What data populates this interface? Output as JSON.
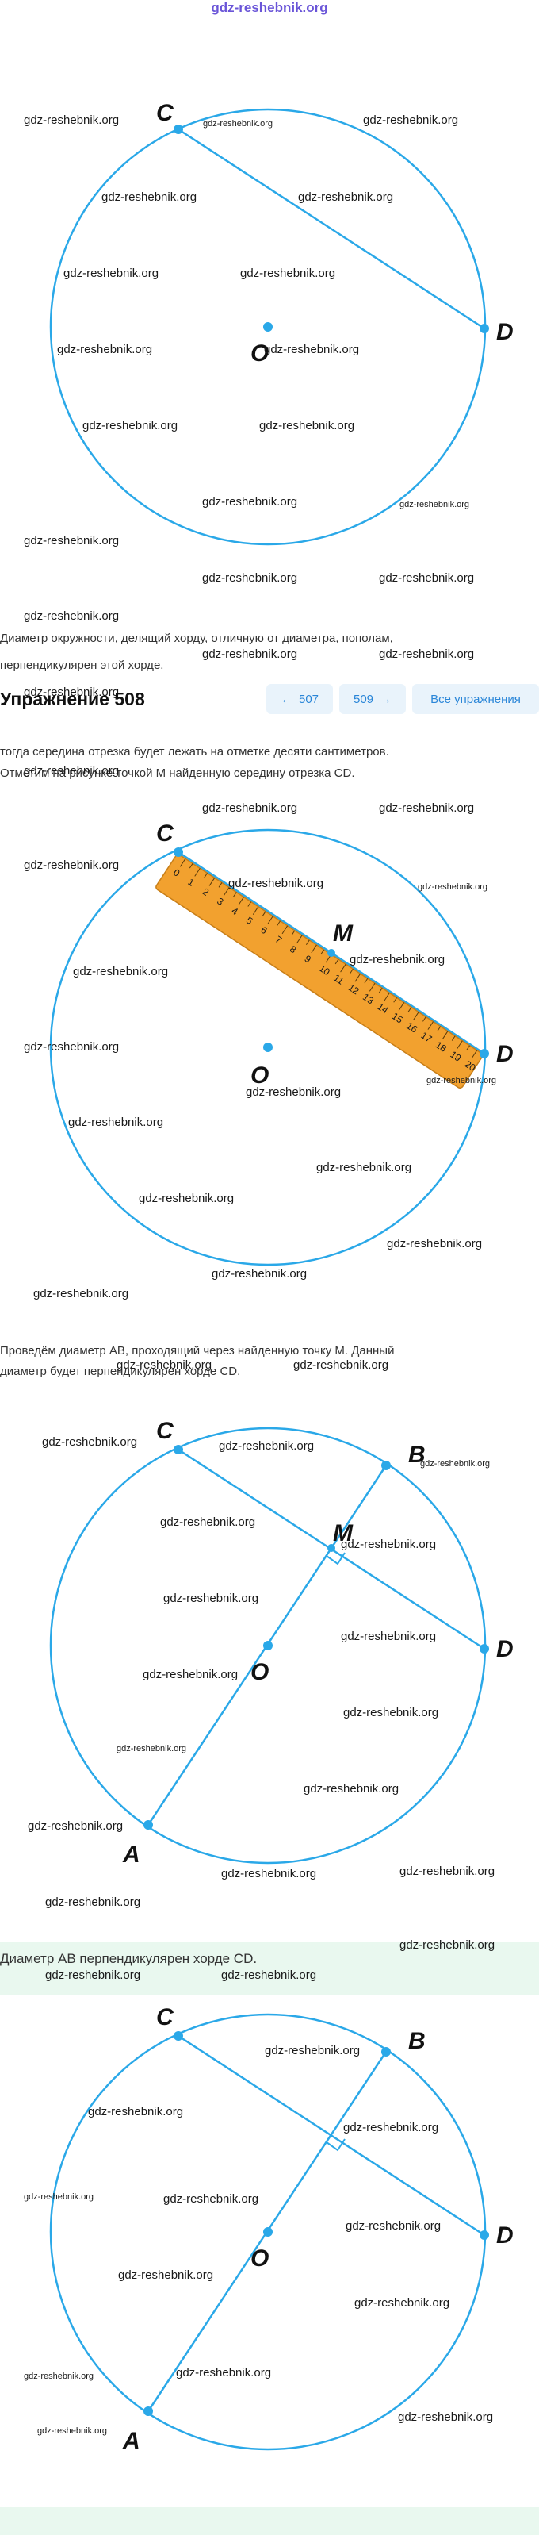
{
  "site_url": "gdz-reshebnik.org",
  "watermark": "gdz-reshebnik.org",
  "colors": {
    "circle": "#2aa8e8",
    "accent": "#2a86d8",
    "ruler": "#f2a12f",
    "mint": "#e9f8ef"
  },
  "text": {
    "statement_line1": "Диаметр окружности, делящий хорду, отличную от диаметра, пополам,",
    "statement_line2": "перпендикулярен этой хорде.",
    "ruler_line1": "тогда середина отрезка будет лежать на отметке десяти сантиметров.",
    "ruler_line2": "Отметим на рисунке точкой M найденную середину отрезка CD.",
    "diameter_line1": "Проведём диаметр AB, проходящий через найденную точку M. Данный",
    "diameter_line2": "диаметр будет перпендикулярен хорде CD.",
    "conclusion": "Диаметр AB перпендикулярен хорде CD."
  },
  "nav": {
    "title": "Упражнение 508",
    "prev_label": "507",
    "next_label": "509",
    "all_label": "Все упражнения",
    "prev_icon": "arrow-left-icon",
    "next_icon": "arrow-right-icon"
  },
  "points": {
    "C": "C",
    "D": "D",
    "O": "O",
    "M": "M",
    "A": "A",
    "B": "B"
  },
  "ruler": {
    "ticks": [
      "0",
      "1",
      "2",
      "3",
      "4",
      "5",
      "6",
      "7",
      "8",
      "9",
      "10",
      "11",
      "12",
      "13",
      "14",
      "15",
      "16",
      "17",
      "18",
      "19",
      "20"
    ]
  }
}
